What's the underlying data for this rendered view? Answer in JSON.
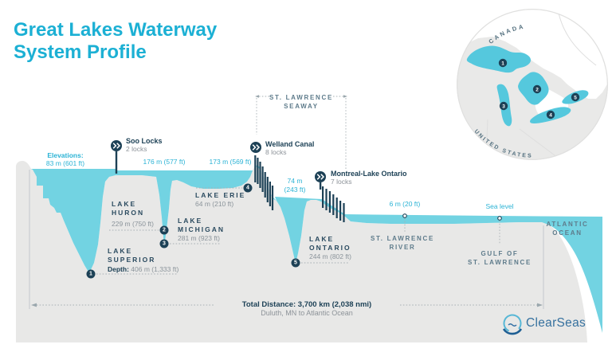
{
  "title": {
    "line1": "Great Lakes Waterway",
    "line2": "System Profile"
  },
  "map": {
    "country_top": "CANADA",
    "country_bottom": "UNITED STATES",
    "markers": [
      "1",
      "2",
      "3",
      "4",
      "5"
    ]
  },
  "elevations": {
    "heading": "Elevations:",
    "superior": "83 m (601 ft)",
    "huron_michigan": "176 m (577 ft)",
    "erie": "173 m (569 ft)",
    "ontario_line1": "74 m",
    "ontario_line2": "(243 ft)",
    "river": "6 m (20 ft)",
    "sea": "Sea level"
  },
  "locks": {
    "soo": {
      "name": "Soo Locks",
      "count": "2 locks"
    },
    "welland": {
      "name": "Welland Canal",
      "count": "8 locks"
    },
    "montreal": {
      "name": "Montreal-Lake Ontario",
      "count": "7 locks"
    }
  },
  "seaway": {
    "line1": "ST. LAWRENCE",
    "line2": "SEAWAY"
  },
  "lakes": {
    "superior": {
      "line1": "LAKE",
      "line2": "SUPERIOR",
      "depth_label": "Depth:",
      "depth": "406 m (1,333 ft)",
      "marker": "1"
    },
    "huron": {
      "line1": "LAKE",
      "line2": "HURON",
      "depth": "229 m (750 ft)",
      "marker": "2"
    },
    "michigan": {
      "line1": "LAKE",
      "line2": "MICHIGAN",
      "depth": "281 m (923 ft)",
      "marker": "3"
    },
    "erie": {
      "line1": "LAKE ERIE",
      "depth": "64 m (210 ft)",
      "marker": "4"
    },
    "ontario": {
      "line1": "LAKE",
      "line2": "ONTARIO",
      "depth": "244 m (802 ft)",
      "marker": "5"
    }
  },
  "regions": {
    "river_line1": "ST. LAWRENCE",
    "river_line2": "RIVER",
    "gulf_line1": "GULF OF",
    "gulf_line2": "ST. LAWRENCE",
    "atlantic_line1": "ATLANTIC",
    "atlantic_line2": "OCEAN"
  },
  "total": {
    "main": "Total Distance: 3,700 km (2,038 nmi)",
    "sub": "Duluth, MN to Atlantic Ocean"
  },
  "logo": {
    "name": "ClearSeas"
  },
  "colors": {
    "accent_cyan": "#1cb0d4",
    "water": "#72d3e2",
    "navy": "#1d4156",
    "land_gray": "#e8e8e7"
  }
}
